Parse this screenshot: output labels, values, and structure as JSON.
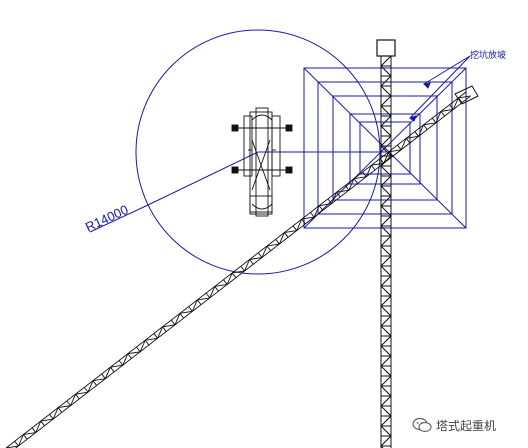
{
  "labels": {
    "radius": "R14000",
    "pit_slope": "挖坑放坡"
  },
  "watermark": {
    "text": "塔式起重机",
    "icon": "wechat-icon"
  },
  "colors": {
    "annotation": "#1a1aa6",
    "structure": "#111111"
  }
}
